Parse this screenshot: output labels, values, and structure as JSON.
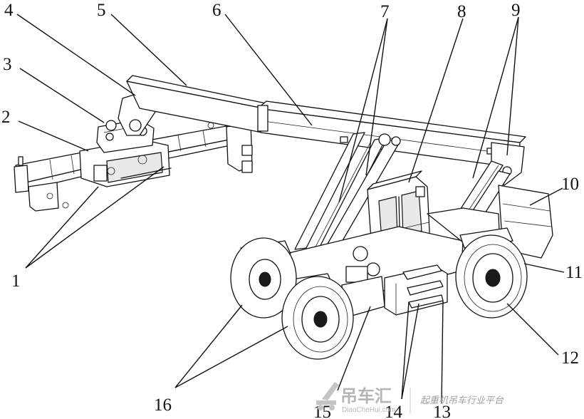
{
  "callouts": [
    {
      "id": "1",
      "label": "1"
    },
    {
      "id": "2",
      "label": "2"
    },
    {
      "id": "3",
      "label": "3"
    },
    {
      "id": "4",
      "label": "4"
    },
    {
      "id": "5",
      "label": "5"
    },
    {
      "id": "6",
      "label": "6"
    },
    {
      "id": "7",
      "label": "7"
    },
    {
      "id": "8",
      "label": "8"
    },
    {
      "id": "9",
      "label": "9"
    },
    {
      "id": "10",
      "label": "10"
    },
    {
      "id": "11",
      "label": "11"
    },
    {
      "id": "12",
      "label": "12"
    },
    {
      "id": "13",
      "label": "13"
    },
    {
      "id": "14",
      "label": "14"
    },
    {
      "id": "15",
      "label": "15"
    },
    {
      "id": "16",
      "label": "16"
    }
  ],
  "watermark": {
    "brand_cn": "吊车汇",
    "brand_url": "DiaoCheHui.com",
    "tagline": "起重机吊车行业平台",
    "logo_icon": "crane-logo-icon"
  },
  "colors": {
    "line": "#111111",
    "watermark": "#b5b5b5"
  }
}
